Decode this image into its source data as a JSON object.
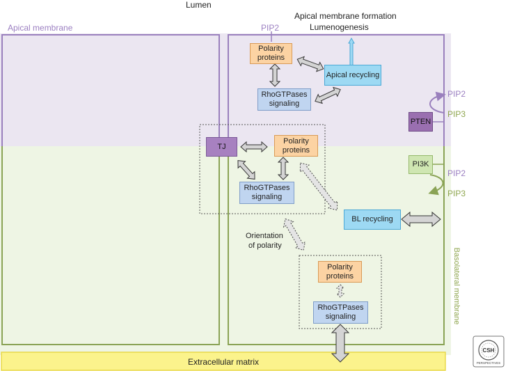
{
  "labels": {
    "lumen": "Lumen",
    "apical_membrane": "Apical membrane",
    "apical_formation": "Apical membrane formation",
    "lumenogenesis": "Lumenogenesis",
    "pip2_top": "PIP2",
    "pip2_right_upper": "PIP2",
    "pip3_right_upper": "PIP3",
    "pip2_right_lower": "PIP2",
    "pip3_right_lower": "PIP3",
    "orientation_line1": "Orientation",
    "orientation_line2": "of polarity",
    "basolateral_membrane": "Basolateral membrane",
    "extracellular_matrix": "Extracellular matrix",
    "logo_line1": "CSH",
    "logo_line2": "PERSPECTIVES"
  },
  "boxes": {
    "polarity_top": [
      "Polarity",
      "proteins"
    ],
    "rho_top": [
      "RhoGTPases",
      "signaling"
    ],
    "apical_recycling": "Apical recycling",
    "tj": "TJ",
    "polarity_mid": [
      "Polarity",
      "proteins"
    ],
    "rho_mid": [
      "RhoGTPases",
      "signaling"
    ],
    "bl_recycling": "BL recycling",
    "pten": "PTEN",
    "pi3k": "PI3K",
    "polarity_bottom": [
      "Polarity",
      "proteins"
    ],
    "rho_bottom": [
      "RhoGTPases",
      "signaling"
    ]
  },
  "colors": {
    "apical_text": "#9b7fc1",
    "basolateral_text": "#8fa64f",
    "apical_bg": "#ebe6f1",
    "basolateral_bg": "#eef5e4",
    "cell_border_purple": "#9a80bd",
    "cell_border_green": "#8aa355",
    "ecm_fill": "#fbf38c",
    "ecm_border": "#e8d84a"
  }
}
